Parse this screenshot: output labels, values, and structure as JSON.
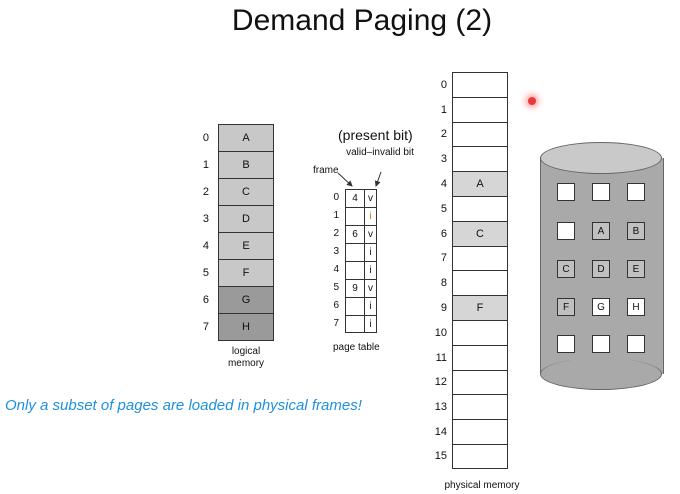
{
  "title": "Demand Paging (2)",
  "logical_memory": {
    "label": "logical memory",
    "pages": [
      {
        "index": "0",
        "label": "A"
      },
      {
        "index": "1",
        "label": "B"
      },
      {
        "index": "2",
        "label": "C"
      },
      {
        "index": "3",
        "label": "D"
      },
      {
        "index": "4",
        "label": "E"
      },
      {
        "index": "5",
        "label": "F"
      },
      {
        "index": "6",
        "label": "G"
      },
      {
        "index": "7",
        "label": "H"
      }
    ]
  },
  "page_table": {
    "note": "(present bit)",
    "bit_label": "valid–invalid bit",
    "frame_label": "frame",
    "label": "page table",
    "rows": [
      {
        "index": "0",
        "frame": "4",
        "bit": "v"
      },
      {
        "index": "1",
        "frame": "",
        "bit": "i"
      },
      {
        "index": "2",
        "frame": "6",
        "bit": "v"
      },
      {
        "index": "3",
        "frame": "",
        "bit": "i"
      },
      {
        "index": "4",
        "frame": "",
        "bit": "i"
      },
      {
        "index": "5",
        "frame": "9",
        "bit": "v"
      },
      {
        "index": "6",
        "frame": "",
        "bit": "i"
      },
      {
        "index": "7",
        "frame": "",
        "bit": "i"
      }
    ]
  },
  "physical_memory": {
    "label": "physical memory",
    "frames": [
      {
        "index": "0",
        "label": ""
      },
      {
        "index": "1",
        "label": ""
      },
      {
        "index": "2",
        "label": ""
      },
      {
        "index": "3",
        "label": ""
      },
      {
        "index": "4",
        "label": "A"
      },
      {
        "index": "5",
        "label": ""
      },
      {
        "index": "6",
        "label": "C"
      },
      {
        "index": "7",
        "label": ""
      },
      {
        "index": "8",
        "label": ""
      },
      {
        "index": "9",
        "label": "F"
      },
      {
        "index": "10",
        "label": ""
      },
      {
        "index": "11",
        "label": ""
      },
      {
        "index": "12",
        "label": ""
      },
      {
        "index": "13",
        "label": ""
      },
      {
        "index": "14",
        "label": ""
      },
      {
        "index": "15",
        "label": ""
      }
    ]
  },
  "disk": {
    "rows": [
      [
        "",
        "",
        ""
      ],
      [
        "",
        "A",
        "B"
      ],
      [
        "C",
        "D",
        "E"
      ],
      [
        "F",
        "G",
        "H"
      ],
      [
        "",
        "",
        ""
      ]
    ]
  },
  "caption": "Only a subset of pages are loaded in physical frames!"
}
